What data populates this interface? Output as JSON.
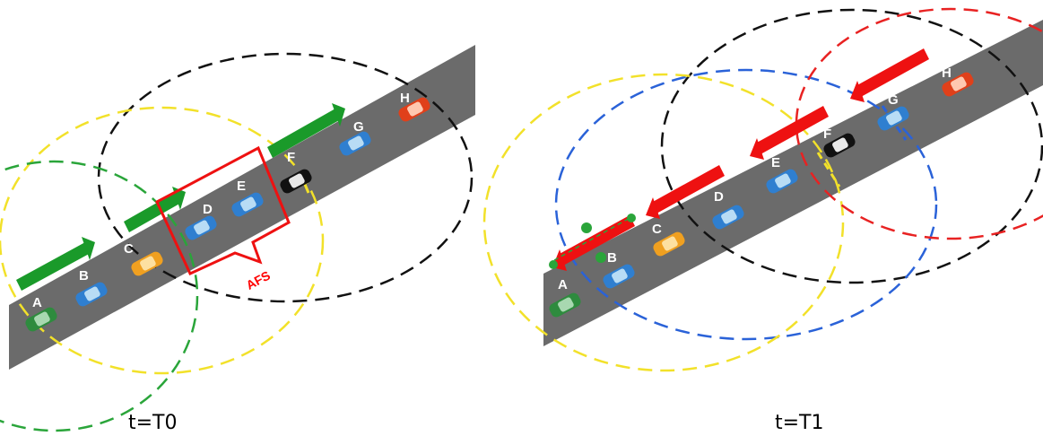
{
  "panels": {
    "t0": {
      "caption": "t=T0",
      "cars": [
        {
          "id": "A",
          "color": "#2e8b3e"
        },
        {
          "id": "B",
          "color": "#2f7fd0"
        },
        {
          "id": "C",
          "color": "#f0a020"
        },
        {
          "id": "D",
          "color": "#2f7fd0"
        },
        {
          "id": "E",
          "color": "#2f7fd0"
        },
        {
          "id": "F",
          "color": "#111111"
        },
        {
          "id": "G",
          "color": "#2f7fd0"
        },
        {
          "id": "H",
          "color": "#e0401a"
        }
      ],
      "afs_label": "AFS",
      "arrow_color": "#1a9a2a"
    },
    "t1": {
      "caption": "t=T1",
      "cars": [
        {
          "id": "A",
          "color": "#2e8b3e"
        },
        {
          "id": "B",
          "color": "#2f7fd0"
        },
        {
          "id": "C",
          "color": "#f0a020"
        },
        {
          "id": "D",
          "color": "#2f7fd0"
        },
        {
          "id": "E",
          "color": "#2f7fd0"
        },
        {
          "id": "F",
          "color": "#111111"
        },
        {
          "id": "G",
          "color": "#2f7fd0"
        },
        {
          "id": "H",
          "color": "#e0401a"
        }
      ],
      "arrow_color": "#ee1111"
    }
  },
  "colors": {
    "road": "#6b6b6b",
    "range_black": "#111111",
    "range_yellow": "#f2e12a",
    "range_green": "#2aa53a",
    "range_blue": "#2a62d8",
    "range_red": "#e82222"
  }
}
